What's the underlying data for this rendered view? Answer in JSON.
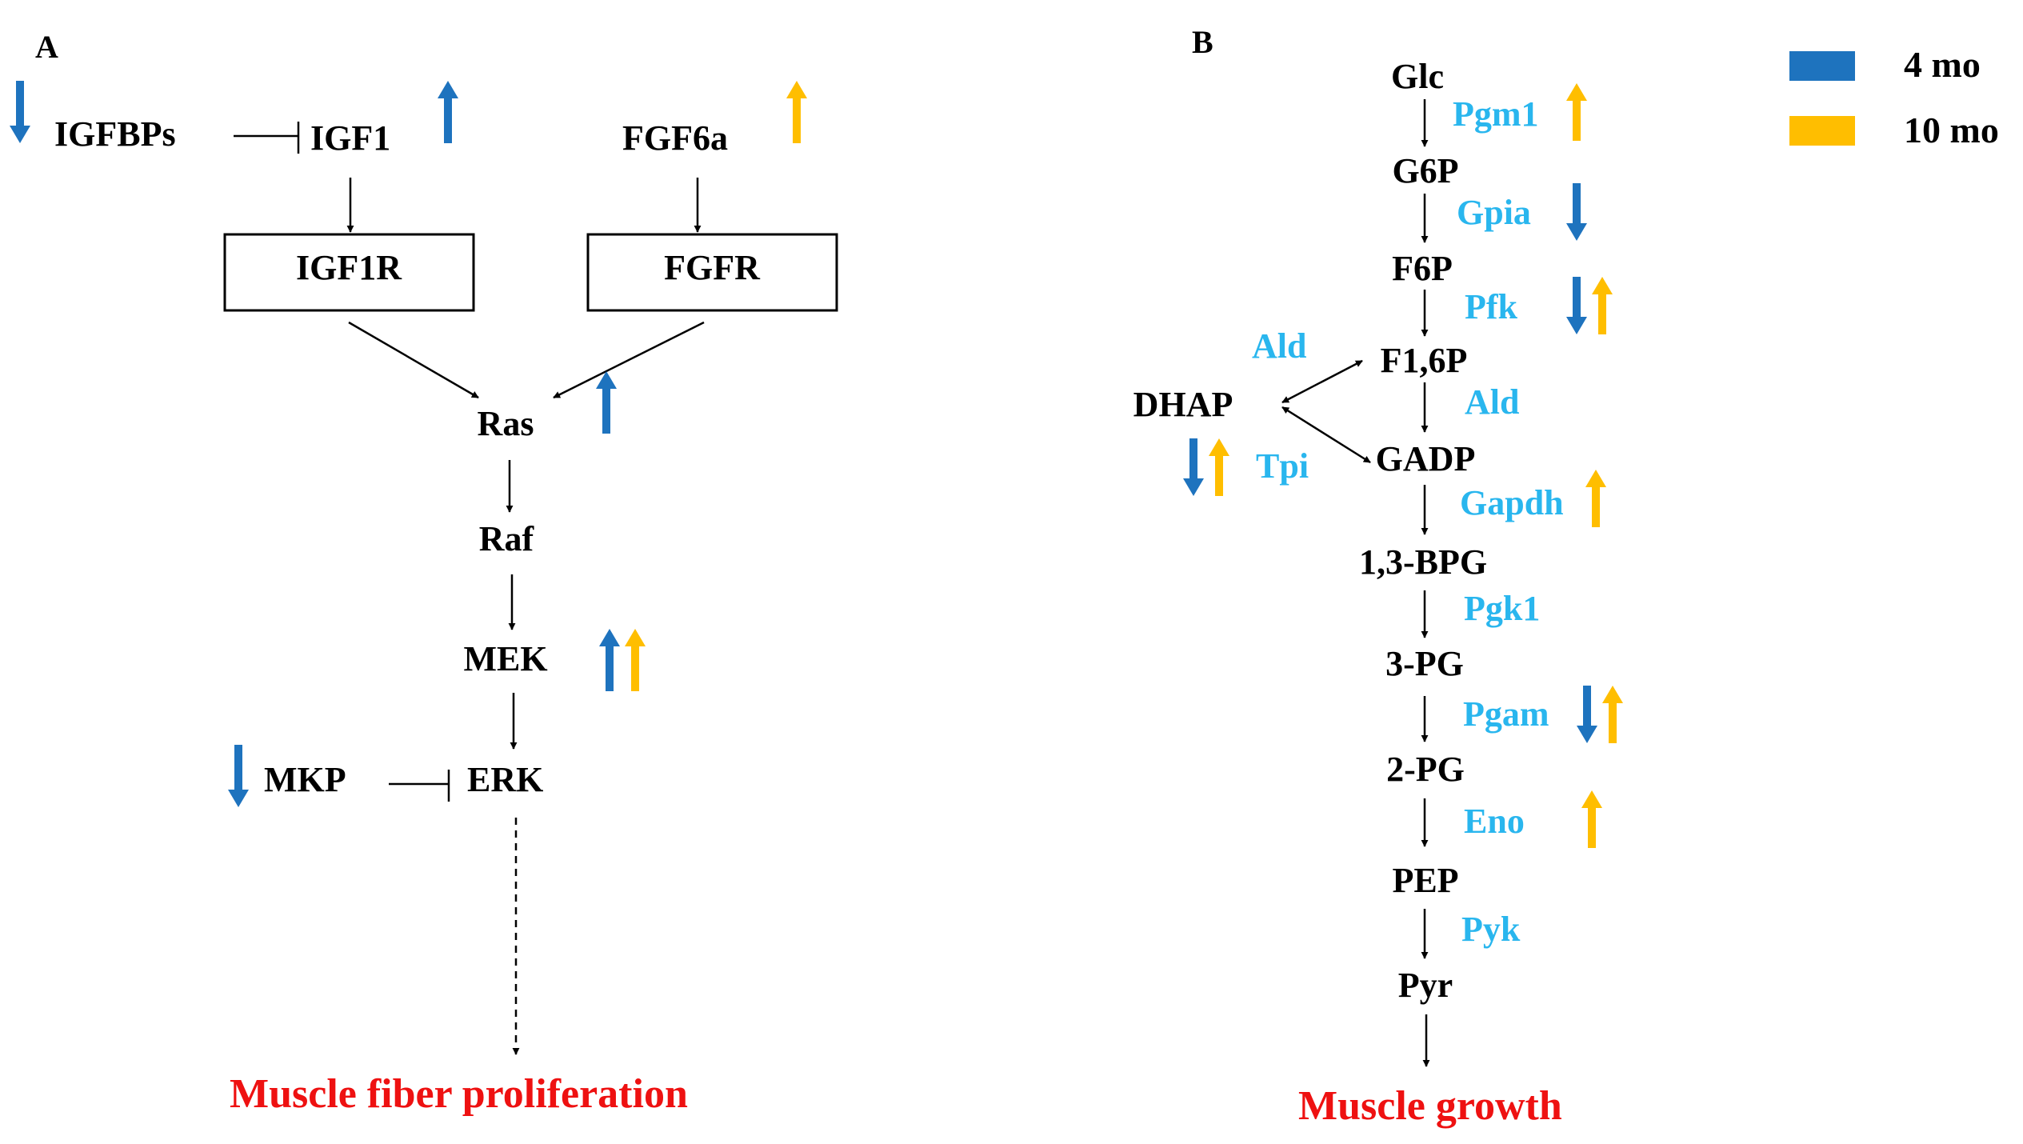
{
  "colors": {
    "up_down_4mo": "#1E73BE",
    "up_down_10mo": "#FFBE00",
    "enzyme_text": "#29B6EE",
    "outcome_text": "#EE1111",
    "text": "#000000"
  },
  "legend": {
    "items": [
      {
        "label": "4 mo",
        "color": "#1E73BE"
      },
      {
        "label": "10 mo",
        "color": "#FFBE00"
      }
    ]
  },
  "panel_a": {
    "label": "A",
    "igfbps": "IGFBPs",
    "igf1": "IGF1",
    "fgf6a": "FGF6a",
    "igf1r": "IGF1R",
    "fgfr": "FGFR",
    "ras": "Ras",
    "raf": "Raf",
    "mek": "MEK",
    "mkp": "MKP",
    "erk": "ERK",
    "outcome": "Muscle fiber proliferation"
  },
  "panel_b": {
    "label": "B",
    "metabolites": {
      "glc": "Glc",
      "g6p": "G6P",
      "f6p": "F6P",
      "f16p": "F1,6P",
      "dhap": "DHAP",
      "gadp": "GADP",
      "bpg13": "1,3-BPG",
      "pg3": "3-PG",
      "pg2": "2-PG",
      "pep": "PEP",
      "pyr": "Pyr"
    },
    "enzymes": {
      "pgm1": "Pgm1",
      "gpia": "Gpia",
      "pfk": "Pfk",
      "ald_top": "Ald",
      "ald": "Ald",
      "tpi": "Tpi",
      "gapdh": "Gapdh",
      "pgk1": "Pgk1",
      "pgam": "Pgam",
      "eno": "Eno",
      "pyk": "Pyk"
    },
    "outcome": "Muscle growth"
  },
  "regulation": {
    "igfbps": {
      "4mo": "down"
    },
    "igf1": {
      "4mo": "up"
    },
    "fgf6a": {
      "10mo": "up"
    },
    "ras": {
      "4mo": "up"
    },
    "mek": {
      "4mo": "up",
      "10mo": "up"
    },
    "mkp": {
      "4mo": "down"
    },
    "pgm1": {
      "10mo": "up"
    },
    "gpia": {
      "4mo": "down"
    },
    "pfk": {
      "4mo": "down",
      "10mo": "up"
    },
    "tpi": {
      "4mo": "down",
      "10mo": "up"
    },
    "gapdh": {
      "10mo": "up"
    },
    "pgam": {
      "4mo": "down",
      "10mo": "up"
    },
    "eno": {
      "10mo": "up"
    }
  }
}
